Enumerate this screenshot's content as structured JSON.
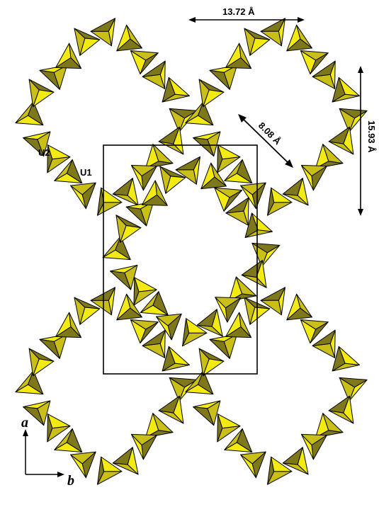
{
  "dimensions": {
    "width_label": "13.72 Å",
    "diagonal_label": "8.08 Å",
    "height_label": "15.93 Å"
  },
  "site_labels": {
    "u1": "U1",
    "u2": "U2"
  },
  "axes": {
    "vertical": "a",
    "horizontal": "b"
  },
  "colors": {
    "light_face": "#f2ea10",
    "mid_face": "#c9bf17",
    "dark_face": "#7f781a",
    "edge": "#000000"
  }
}
